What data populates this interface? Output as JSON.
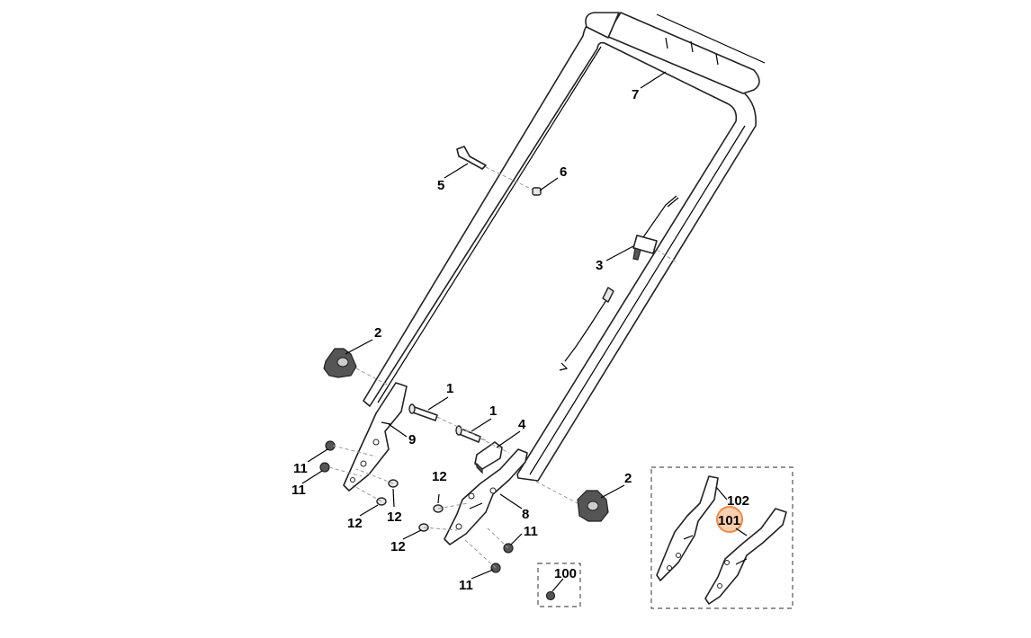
{
  "diagram": {
    "labels": {
      "p1a": "1",
      "p1b": "1",
      "p2a": "2",
      "p2b": "2",
      "p3": "3",
      "p4": "4",
      "p5": "5",
      "p6": "6",
      "p7": "7",
      "p8": "8",
      "p9": "9",
      "p11a": "11",
      "p11b": "11",
      "p11c": "11",
      "p11d": "11",
      "p12a": "12",
      "p12b": "12",
      "p12c": "12",
      "p12d": "12",
      "p100": "100",
      "p101": "101",
      "p102": "102"
    },
    "highlight": {
      "part": "101",
      "color": "#ef8a45"
    }
  }
}
